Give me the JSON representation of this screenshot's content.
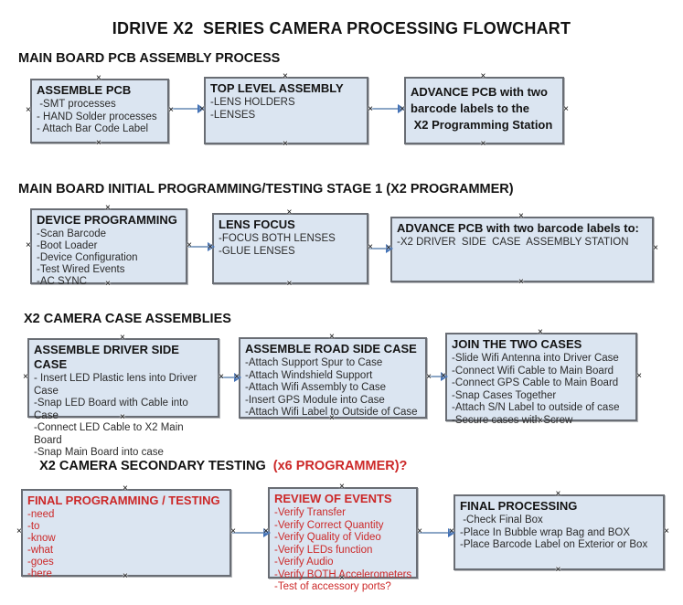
{
  "title": "IDRIVE X2  SERIES CAMERA PROCESSING FLOWCHART",
  "colors": {
    "box_fill": "#dbe5f1",
    "box_border": "#696d74",
    "arrow_line": "#8ba6c6",
    "arrow_head": "#3f6fb5",
    "red_text": "#cc2828",
    "heading_text": "#121212"
  },
  "sections": [
    {
      "heading": "MAIN BOARD PCB ASSEMBLY PROCESS",
      "boxes": [
        {
          "title": "ASSEMBLE PCB",
          "lines": [
            " -SMT processes",
            "- HAND Solder processes",
            "- Attach Bar Code Label"
          ]
        },
        {
          "title": "TOP LEVEL ASSEMBLY",
          "lines": [
            "-LENS HOLDERS",
            "-LENSES"
          ]
        },
        {
          "title": "ADVANCE PCB with two\nbarcode labels to the\n X2 Programming Station",
          "lines": []
        }
      ]
    },
    {
      "heading": "MAIN BOARD INITIAL PROGRAMMING/TESTING STAGE 1 (X2 PROGRAMMER)",
      "boxes": [
        {
          "title": "DEVICE PROGRAMMING",
          "lines": [
            "-Scan Barcode",
            "-Boot Loader",
            "-Device Configuration",
            "-Test Wired Events",
            "-AC SYNC"
          ]
        },
        {
          "title": "LENS FOCUS",
          "lines": [
            "-FOCUS BOTH LENSES",
            "-GLUE LENSES"
          ]
        },
        {
          "title": "ADVANCE PCB with two barcode labels to:",
          "lines": [
            "-X2 DRIVER  SIDE  CASE  ASSEMBLY STATION"
          ]
        }
      ]
    },
    {
      "heading": "X2 CAMERA CASE ASSEMBLIES",
      "boxes": [
        {
          "title": "ASSEMBLE DRIVER SIDE CASE",
          "lines": [
            "- Insert LED Plastic lens into Driver Case",
            "-Snap LED Board with Cable into Case",
            "-Connect LED Cable to X2 Main Board",
            "-Snap Main Board into case"
          ]
        },
        {
          "title": "ASSEMBLE ROAD SIDE CASE",
          "lines": [
            "-Attach Support Spur to Case",
            "-Attach Windshield Support",
            "-Attach Wifi Assembly to Case",
            "-Insert GPS Module into Case",
            "-Attach Wifi Label to Outside of Case"
          ]
        },
        {
          "title": "JOIN THE TWO CASES",
          "lines": [
            "-Slide Wifi Antenna into Driver Case",
            "-Connect Wifi Cable to Main Board",
            "-Connect GPS Cable to Main Board",
            "-Snap Cases Together",
            "-Attach S/N Label to outside of case",
            "-Secure cases with Screw"
          ]
        }
      ]
    },
    {
      "heading": "X2 CAMERA SECONDARY TESTING ",
      "heading_red": " (x6 PROGRAMMER)?",
      "boxes": [
        {
          "title": "FINAL PROGRAMMING / TESTING",
          "lines": [
            "-need",
            "-to",
            "-know",
            "-what",
            "-goes",
            "-here"
          ]
        },
        {
          "title": "REVIEW OF EVENTS",
          "lines": [
            "-Verify Transfer",
            "-Verify Correct Quantity",
            "-Verify Quality of Video",
            "-Verify LEDs function",
            "-Verify Audio",
            "-Verify BOTH Accelerometers",
            "-Test of accessory ports?"
          ]
        },
        {
          "title": "FINAL PROCESSING",
          "lines": [
            " -Check Final Box",
            "-Place In Bubble wrap Bag and BOX",
            "-Place Barcode Label on Exterior or Box"
          ]
        }
      ]
    }
  ]
}
